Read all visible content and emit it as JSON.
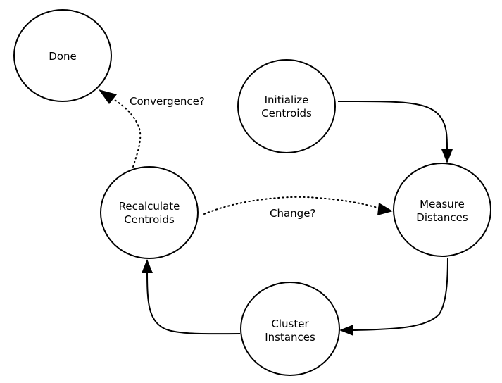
{
  "diagram": {
    "nodes": {
      "done": {
        "lines": [
          "Done"
        ]
      },
      "initialize": {
        "lines": [
          "Initialize",
          "Centroids"
        ]
      },
      "measure": {
        "lines": [
          "Measure",
          "Distances"
        ]
      },
      "cluster": {
        "lines": [
          "Cluster",
          "Instances"
        ]
      },
      "recalculate": {
        "lines": [
          "Recalculate",
          "Centroids"
        ]
      }
    },
    "edges": {
      "initialize_to_measure": {
        "label": "",
        "style": "solid"
      },
      "measure_to_cluster": {
        "label": "",
        "style": "solid"
      },
      "cluster_to_recalculate": {
        "label": "",
        "style": "solid"
      },
      "recalculate_to_measure": {
        "label": "Change?",
        "style": "dotted"
      },
      "recalculate_to_done": {
        "label": "Convergence?",
        "style": "dotted"
      }
    }
  },
  "colors": {
    "stroke": "#000000",
    "background": "#ffffff"
  }
}
